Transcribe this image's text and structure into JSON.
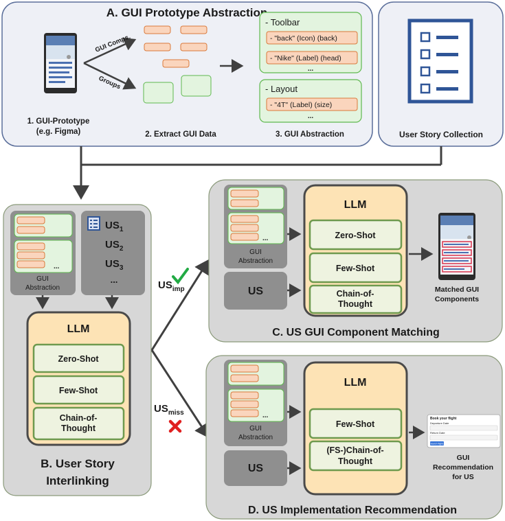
{
  "sectionA": {
    "title": "A. GUI Prototype Abstraction",
    "step1_line1": "1. GUI-Prototype",
    "step1_line2": "(e.g. Figma)",
    "step2": "2. Extract GUI Data",
    "step3": "3. GUI Abstraction",
    "gui_comps_label": "GUI Comps.",
    "groups_label": "Groups",
    "toolbar_header": "- Toolbar",
    "toolbar_item1": "- \"back\" (Icon) (back)",
    "toolbar_item2": "- \"Nike\" (Label) (head)",
    "layout_header": "- Layout",
    "layout_item1": "- \"4T\" (Label) (size)",
    "ellipsis": "..."
  },
  "user_story_collection": {
    "label": "User Story Collection"
  },
  "sectionB": {
    "title_line1": "B. User Story",
    "title_line2": "Interlinking",
    "gui_abstraction_line1": "GUI",
    "gui_abstraction_line2": "Abstraction",
    "us_prefix": "US",
    "us_sub1": "1",
    "us_sub2": "2",
    "us_sub3": "3",
    "ellipsis": "...",
    "llm": "LLM",
    "zero_shot": "Zero-Shot",
    "few_shot": "Few-Shot",
    "cot_line1": "Chain-of-",
    "cot_line2": "Thought"
  },
  "branches": {
    "us_imp_base": "US",
    "us_imp_sub": "imp",
    "us_miss_base": "US",
    "us_miss_sub": "miss"
  },
  "sectionC": {
    "title": "C. US GUI Component  Matching",
    "gui_abstraction_line1": "GUI",
    "gui_abstraction_line2": "Abstraction",
    "us": "US",
    "llm": "LLM",
    "zero_shot": "Zero-Shot",
    "few_shot": "Few-Shot",
    "cot_line1": "Chain-of-",
    "cot_line2": "Thought",
    "output_line1": "Matched GUI",
    "output_line2": "Components",
    "ellipsis": "..."
  },
  "sectionD": {
    "title": "D. US Implementation Recommendation",
    "gui_abstraction_line1": "GUI",
    "gui_abstraction_line2": "Abstraction",
    "us": "US",
    "llm": "LLM",
    "few_shot": "Few-Shot",
    "fs_cot_line1": "(FS-)Chain-of-",
    "fs_cot_line2": "Thought",
    "output_line1": "GUI",
    "output_line2": "Recommendation",
    "output_line3": "for US",
    "ellipsis": "...",
    "form_title": "Book your flight",
    "form_field1": "Departure Date",
    "form_field2": "Return Date",
    "form_button": "Search flights"
  },
  "colors": {
    "panel_fill": "#eef0f6",
    "panel_stroke": "#5a6e9a",
    "gray_panel": "#d7d7d7",
    "gray_panel_stroke": "#8a9a7a",
    "dark_box": "#8f8f8f",
    "green_fill": "#e3f4df",
    "green_stroke": "#5fb84f",
    "orange_fill": "#fad5bd",
    "orange_stroke": "#d9793a",
    "llm_fill": "#fde3b5",
    "llm_stroke": "#4a4a4a",
    "method_fill": "#eef3e0",
    "method_stroke": "#6e9a4e",
    "arrow": "#404040",
    "check": "#22aa44",
    "cross": "#e02020",
    "doc_blue": "#2f5597"
  }
}
